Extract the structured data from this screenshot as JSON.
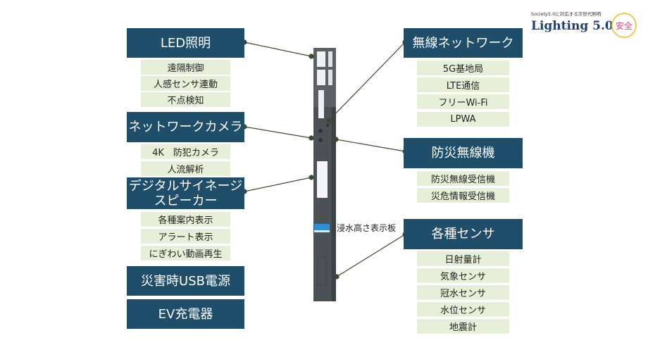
{
  "logo": {
    "tagline": "Society5.0に対応する次世代照明",
    "brand": "Lighting 5.0",
    "badge": "安全"
  },
  "left_groups": [
    {
      "title": "LED照明",
      "items": [
        "遠隔制御",
        "人感センサ連動",
        "不点検知"
      ]
    },
    {
      "title": "ネットワークカメラ",
      "items": [
        "4K　防犯カメラ",
        "人流解析"
      ]
    },
    {
      "title": "デジタルサイネージ\nスピーカー",
      "items": [
        "各種案内表示",
        "アラート表示",
        "にぎわい動画再生"
      ]
    },
    {
      "title": "災害時USB電源",
      "items": []
    },
    {
      "title": "EV充電器",
      "items": []
    }
  ],
  "right_groups": [
    {
      "title": "無線ネットワーク",
      "items": [
        "5G基地局",
        "LTE通信",
        "フリーWi-Fi",
        "LPWA"
      ]
    },
    {
      "title": "防災無線機",
      "items": [
        "防災無線受信機",
        "災危情報受信機"
      ]
    },
    {
      "title": "各種センサ",
      "items": [
        "日射量計",
        "気象センサ",
        "冠水センサ",
        "水位センサ",
        "地震計"
      ]
    }
  ],
  "pole_label": "浸水高さ表示板",
  "colors": {
    "header_bg": "#1f4e6b",
    "item_bg": "#e6efd8",
    "pole": "#4a5256",
    "connector": "#3c4a2e"
  }
}
